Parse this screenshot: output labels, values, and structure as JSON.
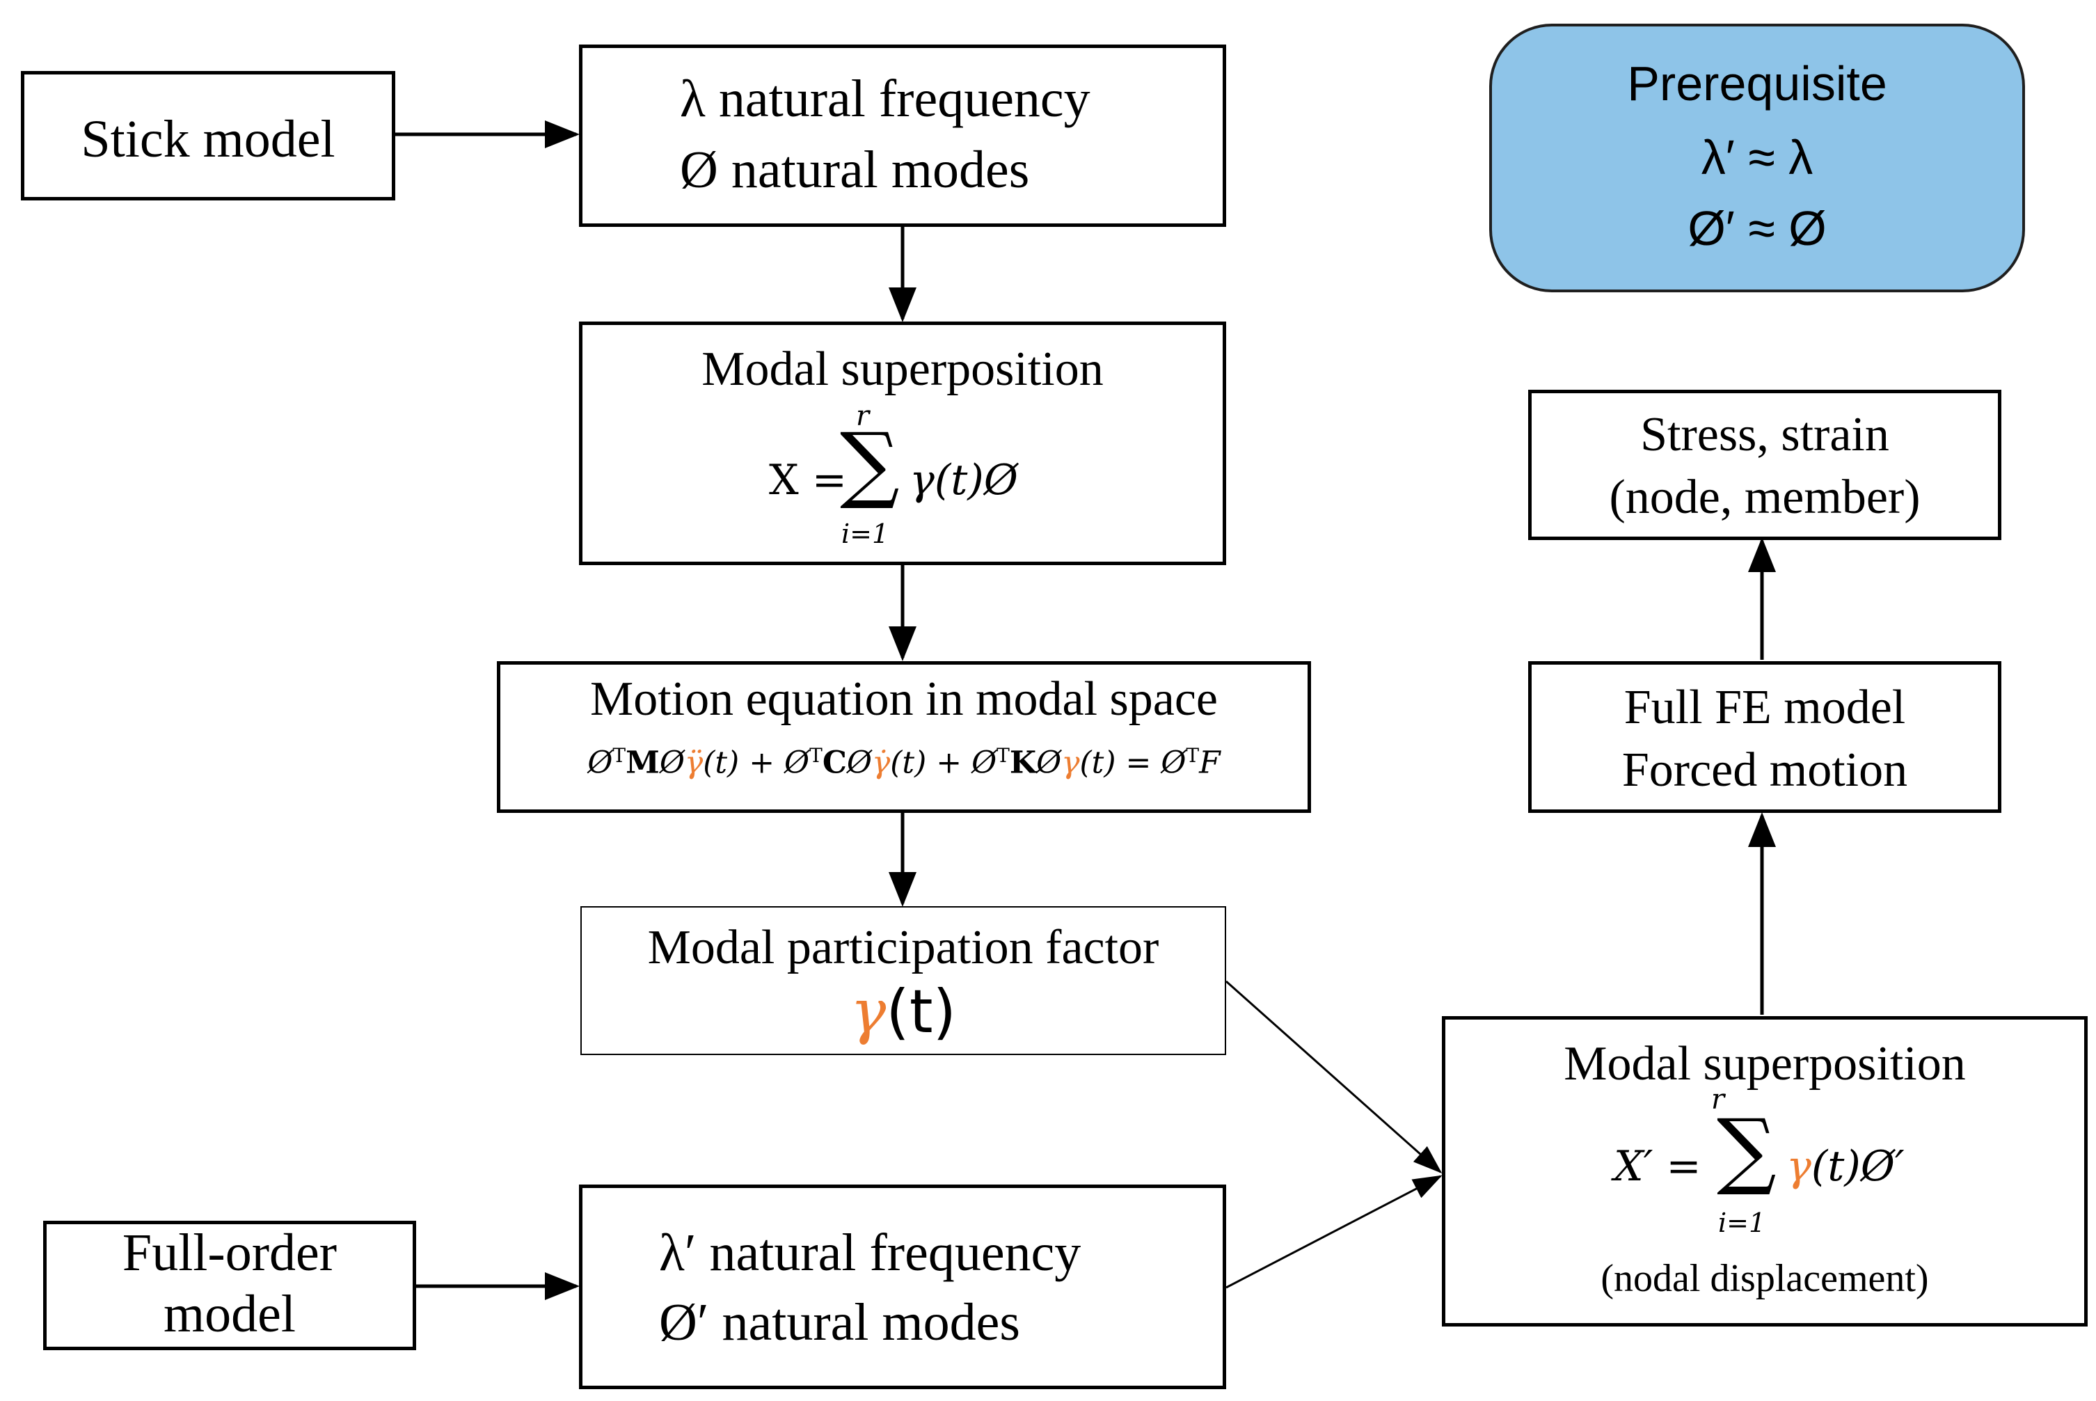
{
  "stick_model": {
    "label": "Stick model"
  },
  "natural": {
    "line1": "λ natural frequency",
    "line2": "Ø natural modes"
  },
  "modal_sup_1": {
    "title": "Modal superposition",
    "lhs": "X =",
    "sigma": "∑",
    "upper": "r",
    "lower": "i=1",
    "rhs": "γ(t)Ø"
  },
  "motion": {
    "title": "Motion equation in modal space",
    "p1": "Ø",
    "t1": "T",
    "m": "M",
    "p2": "Ø",
    "g1": "γ̈",
    "p3": "(t) + Ø",
    "t2": "T",
    "c": "C",
    "p4": "Ø",
    "g2": "γ̇",
    "p5": "(t) + Ø",
    "t3": "T",
    "k": "K",
    "p6": "Ø",
    "g3": "γ",
    "p7": "(t) = Ø",
    "t4": "T",
    "p8": "F"
  },
  "mpf": {
    "title": "Modal participation factor",
    "gamma": "γ",
    "t": "(t)"
  },
  "full_order": {
    "line1": "Full-order",
    "line2": "model"
  },
  "natural_prime": {
    "line1": "λ′ natural frequency",
    "line2": "Ø′ natural modes"
  },
  "prerequisite": {
    "title": "Prerequisite",
    "line1": "λ′ ≈ λ",
    "line2": "Ø′ ≈ Ø"
  },
  "stress": {
    "line1": "Stress, strain",
    "line2": "(node, member)"
  },
  "fullfe": {
    "line1": "Full FE model",
    "line2": "Forced motion"
  },
  "modal_sup_2": {
    "title": "Modal superposition",
    "lhs": "X′ =",
    "sigma": "∑",
    "upper": "r",
    "lower": "i=1",
    "gamma": "γ",
    "rhs": "(t)Ø′",
    "note": "(nodal displacement)"
  },
  "colors": {
    "accent": "#ED7D31",
    "prerequisite_fill": "#8ec4e8"
  }
}
